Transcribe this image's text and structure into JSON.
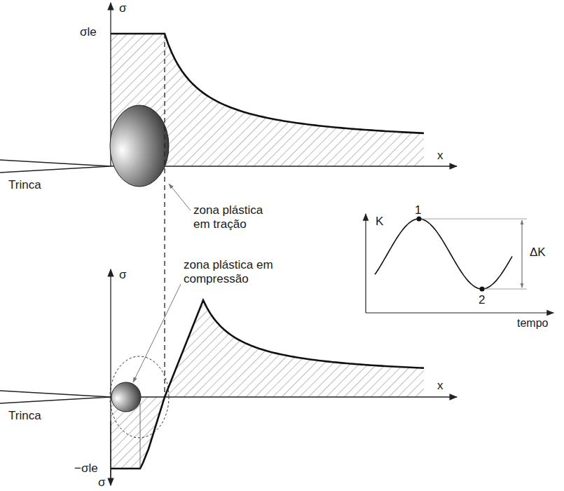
{
  "diagram": {
    "labels": [
      "σ",
      "σle",
      "x",
      "Trinca",
      "zona plástica em tração",
      "zona plástica em compressão",
      "K",
      "1",
      "2",
      "ΔK",
      "σ",
      "x",
      "Trinca",
      "−σle",
      "σ",
      "tempo"
    ]
  }
}
